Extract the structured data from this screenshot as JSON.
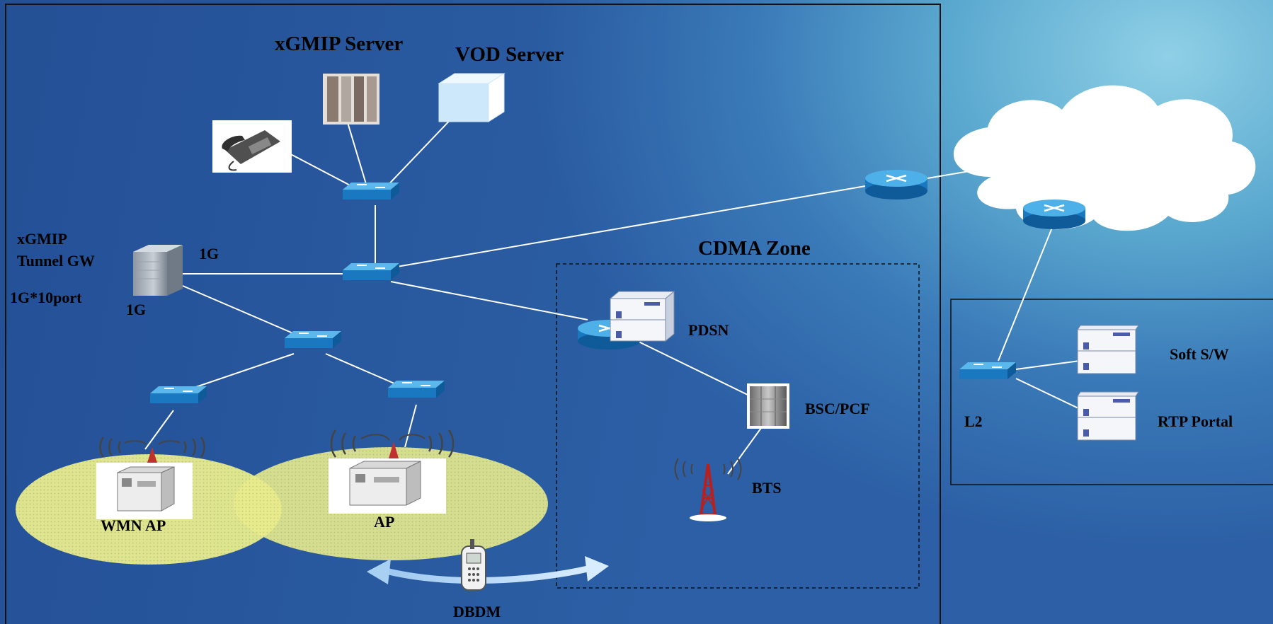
{
  "labels": {
    "xgmip_server": "xGMIP Server",
    "vod_server": "VOD Server",
    "xgmip_tunnel_gw_line1": "xGMIP",
    "xgmip_tunnel_gw_line2": "Tunnel GW",
    "port_spec": "1G*10port",
    "link_1g_top": "1G",
    "link_1g_bottom": "1G",
    "cdma_zone": "CDMA Zone",
    "pdsn": "PDSN",
    "bsc_pcf": "BSC/PCF",
    "bts": "BTS",
    "wmn_ap": "WMN AP",
    "ap": "AP",
    "dbdm": "DBDM",
    "l2": "L2",
    "soft_sw": "Soft S/W",
    "rtp_portal": "RTP Portal"
  },
  "colors": {
    "switch_top": "#3aa0e0",
    "switch_side": "#1670b8",
    "coverage": "#e6ea8c",
    "cloud": "#ffffff",
    "link": "#ffffff"
  }
}
